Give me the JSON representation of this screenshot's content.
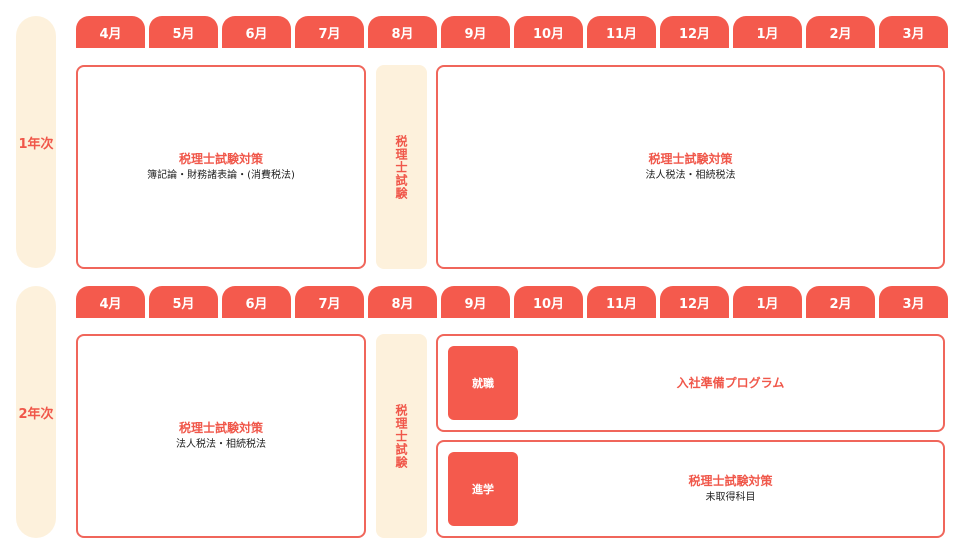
{
  "months": [
    "4月",
    "5月",
    "6月",
    "7月",
    "8月",
    "9月",
    "10月",
    "11月",
    "12月",
    "1月",
    "2月",
    "3月"
  ],
  "year1": {
    "label": "1年次",
    "left_box": {
      "title": "税理士試験対策",
      "subtitle": "簿記論・財務諸表論・(消費税法)"
    },
    "exam": "税理士試験",
    "right_box": {
      "title": "税理士試験対策",
      "subtitle": "法人税法・相続税法"
    }
  },
  "year2": {
    "label": "2年次",
    "left_box": {
      "title": "税理士試験対策",
      "subtitle": "法人税法・相続税法"
    },
    "exam": "税理士試験",
    "employment": {
      "tag": "就職",
      "title": "入社準備プログラム"
    },
    "study": {
      "tag": "進学",
      "title": "税理士試験対策",
      "subtitle": "未取得科目"
    }
  },
  "colors": {
    "accent": "#f45a4d",
    "cream": "#fdf1dc",
    "text": "#222222"
  }
}
